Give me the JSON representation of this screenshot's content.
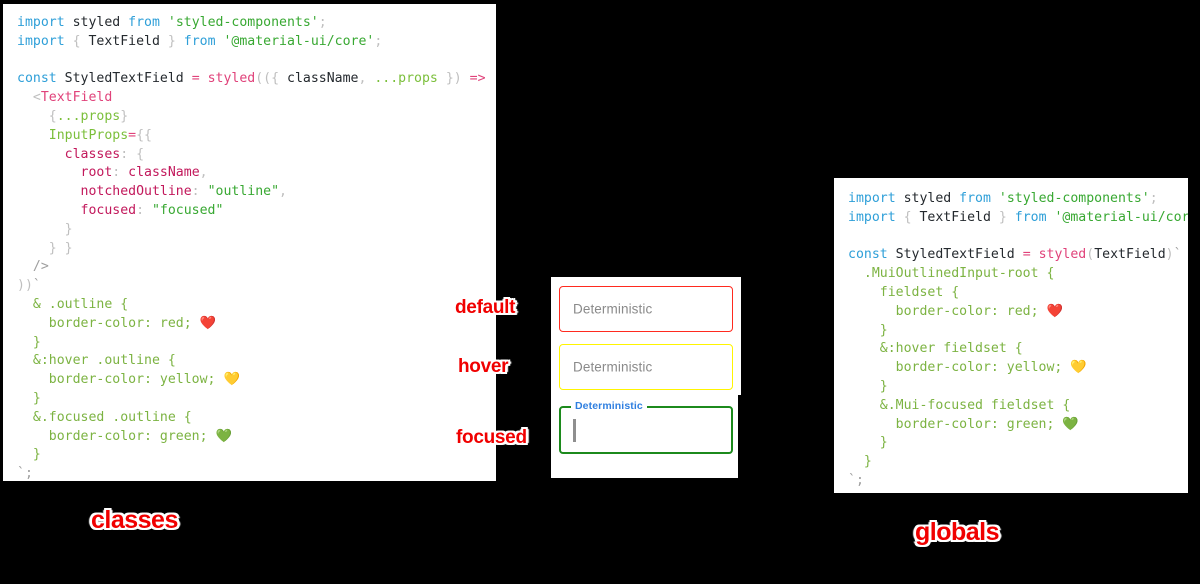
{
  "left_panel": {
    "name": "classes-approach-code",
    "caption": "classes",
    "code_lines": [
      [
        {
          "t": "kw",
          "v": "import"
        },
        {
          "t": "id",
          "v": " styled "
        },
        {
          "t": "kw",
          "v": "from"
        },
        {
          "t": "id",
          "v": " "
        },
        {
          "t": "str",
          "v": "'styled-components'"
        },
        {
          "t": "punc",
          "v": ";"
        }
      ],
      [
        {
          "t": "kw",
          "v": "import"
        },
        {
          "t": "punc",
          "v": " { "
        },
        {
          "t": "id",
          "v": "TextField"
        },
        {
          "t": "punc",
          "v": " } "
        },
        {
          "t": "kw",
          "v": "from"
        },
        {
          "t": "id",
          "v": " "
        },
        {
          "t": "str",
          "v": "'@material-ui/core'"
        },
        {
          "t": "punc",
          "v": ";"
        }
      ],
      [],
      [
        {
          "t": "kw",
          "v": "const"
        },
        {
          "t": "id",
          "v": " StyledTextField "
        },
        {
          "t": "op",
          "v": "="
        },
        {
          "t": "id",
          "v": " "
        },
        {
          "t": "fn",
          "v": "styled"
        },
        {
          "t": "punc",
          "v": "(({ "
        },
        {
          "t": "id",
          "v": "className"
        },
        {
          "t": "punc",
          "v": ", "
        },
        {
          "t": "attr",
          "v": "...props"
        },
        {
          "t": "punc",
          "v": " }) "
        },
        {
          "t": "op",
          "v": "=>"
        },
        {
          "t": "punc",
          "v": " ("
        }
      ],
      [
        {
          "t": "id",
          "v": "  "
        },
        {
          "t": "punc",
          "v": "<"
        },
        {
          "t": "tag",
          "v": "TextField"
        }
      ],
      [
        {
          "t": "punc",
          "v": "    {"
        },
        {
          "t": "attr",
          "v": "...props"
        },
        {
          "t": "punc",
          "v": "}"
        }
      ],
      [
        {
          "t": "attr",
          "v": "    InputProps"
        },
        {
          "t": "op",
          "v": "="
        },
        {
          "t": "punc",
          "v": "{{"
        }
      ],
      [
        {
          "t": "prop",
          "v": "      classes"
        },
        {
          "t": "punc",
          "v": ": {"
        }
      ],
      [
        {
          "t": "prop",
          "v": "        root"
        },
        {
          "t": "punc",
          "v": ": "
        },
        {
          "t": "prop",
          "v": "className"
        },
        {
          "t": "punc",
          "v": ","
        }
      ],
      [
        {
          "t": "prop",
          "v": "        notchedOutline"
        },
        {
          "t": "punc",
          "v": ": "
        },
        {
          "t": "str",
          "v": "\"outline\""
        },
        {
          "t": "punc",
          "v": ","
        }
      ],
      [
        {
          "t": "prop",
          "v": "        focused"
        },
        {
          "t": "punc",
          "v": ": "
        },
        {
          "t": "str",
          "v": "\"focused\""
        }
      ],
      [
        {
          "t": "punc",
          "v": "      }"
        }
      ],
      [
        {
          "t": "punc",
          "v": "    } }"
        }
      ],
      [
        {
          "t": "tick",
          "v": "  />"
        }
      ],
      [
        {
          "t": "punc",
          "v": "))"
        },
        {
          "t": "tick",
          "v": "`"
        }
      ],
      [
        {
          "t": "css",
          "v": "  & .outline {"
        }
      ],
      [
        {
          "t": "css",
          "v": "    border-color: red; "
        },
        {
          "t": "emoji",
          "v": "❤️"
        }
      ],
      [
        {
          "t": "css",
          "v": "  }"
        }
      ],
      [
        {
          "t": "css",
          "v": "  &:hover .outline {"
        }
      ],
      [
        {
          "t": "css",
          "v": "    border-color: yellow; "
        },
        {
          "t": "emoji",
          "v": "💛"
        }
      ],
      [
        {
          "t": "css",
          "v": "  }"
        }
      ],
      [
        {
          "t": "css",
          "v": "  &.focused .outline {"
        }
      ],
      [
        {
          "t": "css",
          "v": "    border-color: green; "
        },
        {
          "t": "emoji",
          "v": "💚"
        }
      ],
      [
        {
          "t": "css",
          "v": "  }"
        }
      ],
      [
        {
          "t": "tick",
          "v": "`;"
        }
      ]
    ]
  },
  "right_panel": {
    "name": "globals-approach-code",
    "caption": "globals",
    "code_lines": [
      [
        {
          "t": "kw",
          "v": "import"
        },
        {
          "t": "id",
          "v": " styled "
        },
        {
          "t": "kw",
          "v": "from"
        },
        {
          "t": "id",
          "v": " "
        },
        {
          "t": "str",
          "v": "'styled-components'"
        },
        {
          "t": "punc",
          "v": ";"
        }
      ],
      [
        {
          "t": "kw",
          "v": "import"
        },
        {
          "t": "punc",
          "v": " { "
        },
        {
          "t": "id",
          "v": "TextField"
        },
        {
          "t": "punc",
          "v": " } "
        },
        {
          "t": "kw",
          "v": "from"
        },
        {
          "t": "id",
          "v": " "
        },
        {
          "t": "str",
          "v": "'@material-ui/core'"
        },
        {
          "t": "punc",
          "v": ";"
        }
      ],
      [],
      [
        {
          "t": "kw",
          "v": "const"
        },
        {
          "t": "id",
          "v": " StyledTextField "
        },
        {
          "t": "op",
          "v": "="
        },
        {
          "t": "id",
          "v": " "
        },
        {
          "t": "fn",
          "v": "styled"
        },
        {
          "t": "punc",
          "v": "("
        },
        {
          "t": "id",
          "v": "TextField"
        },
        {
          "t": "punc",
          "v": ")"
        },
        {
          "t": "tick",
          "v": "`"
        }
      ],
      [
        {
          "t": "css",
          "v": "  .MuiOutlinedInput-root {"
        }
      ],
      [
        {
          "t": "css",
          "v": "    fieldset {"
        }
      ],
      [
        {
          "t": "css",
          "v": "      border-color: red; "
        },
        {
          "t": "emoji",
          "v": "❤️"
        }
      ],
      [
        {
          "t": "css",
          "v": "    }"
        }
      ],
      [
        {
          "t": "css",
          "v": "    &:hover fieldset {"
        }
      ],
      [
        {
          "t": "css",
          "v": "      border-color: yellow; "
        },
        {
          "t": "emoji",
          "v": "💛"
        }
      ],
      [
        {
          "t": "css",
          "v": "    }"
        }
      ],
      [
        {
          "t": "css",
          "v": "    &.Mui-focused fieldset {"
        }
      ],
      [
        {
          "t": "css",
          "v": "      border-color: green; "
        },
        {
          "t": "emoji",
          "v": "💚"
        }
      ],
      [
        {
          "t": "css",
          "v": "    }"
        }
      ],
      [
        {
          "t": "css",
          "v": "  }"
        }
      ],
      [
        {
          "t": "tick",
          "v": "`;"
        }
      ]
    ]
  },
  "demo": {
    "fields": [
      {
        "state": "default",
        "annotation": "default",
        "label": "Deterministic",
        "border_color": "#ff2a1f",
        "label_color": "#8a8a8a",
        "floating_label": false,
        "caret": false
      },
      {
        "state": "hover",
        "annotation": "hover",
        "label": "Deterministic",
        "border_color": "#fff500",
        "label_color": "#8a8a8a",
        "floating_label": false,
        "caret": false
      },
      {
        "state": "focused",
        "annotation": "focused",
        "label": "Deterministic",
        "border_color": "#1c8a1c",
        "label_color": "#2f7fe0",
        "floating_label": true,
        "caret": true
      }
    ]
  },
  "colors": {
    "background": "#000000",
    "panel": "#ffffff",
    "annotation_text": "#f00000",
    "annotation_outline": "#ffffff",
    "border_default": "#ff2a1f",
    "border_hover": "#fff500",
    "border_focused": "#1c8a1c",
    "syntax_keyword": "#2e9fd8",
    "syntax_string": "#38a832",
    "syntax_operator": "#e0427a",
    "syntax_property": "#c2185b",
    "syntax_css": "#7cb342",
    "syntax_punctuation": "#bfbfbf"
  }
}
